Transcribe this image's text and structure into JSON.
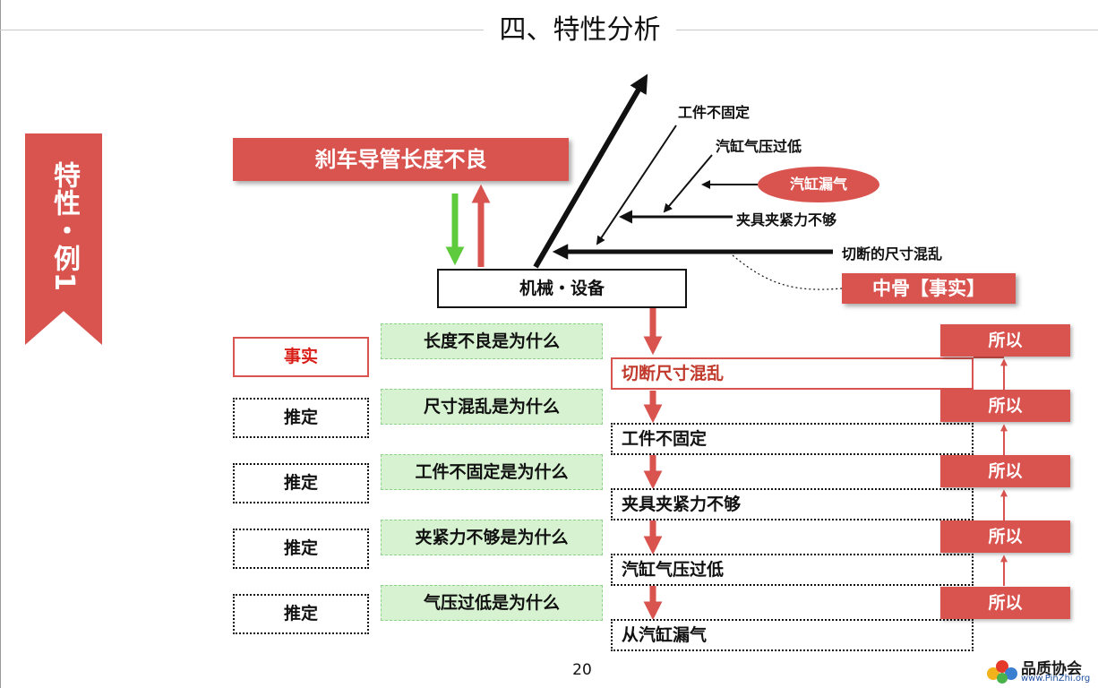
{
  "slide": {
    "title": "四、特性分析",
    "page_number": "20"
  },
  "ribbon": {
    "label": "特性・例1"
  },
  "result": {
    "label": "刹车导管长度不良"
  },
  "main_bone": {
    "label": "机械・设备"
  },
  "bones": [
    "工件不固定",
    "汽缸气压过低",
    "汽缸漏气",
    "夹具夹紧力不够",
    "切断的尺寸混乱"
  ],
  "callout": {
    "label": "中骨【事实】"
  },
  "chain": [
    {
      "tag": "事实",
      "why": "长度不良是为什么",
      "answer": "切断尺寸混乱",
      "therefore": "所以"
    },
    {
      "tag": "推定",
      "why": "尺寸混乱是为什么",
      "answer": "工件不固定",
      "therefore": "所以"
    },
    {
      "tag": "推定",
      "why": "工件不固定是为什么",
      "answer": "夹具夹紧力不够",
      "therefore": "所以"
    },
    {
      "tag": "推定",
      "why": "夹紧力不够是为什么",
      "answer": "汽缸气压过低",
      "therefore": "所以"
    },
    {
      "tag": "推定",
      "why": "气压过低是为什么",
      "answer": "从汽缸漏气",
      "therefore": "所以"
    }
  ],
  "logo": {
    "name": "品质协会",
    "url": "www.PinZhi.org"
  },
  "colors": {
    "accent_red": "#d9534f",
    "green_fill": "#d6f2d0",
    "green_arrow": "#5ecb3f"
  }
}
